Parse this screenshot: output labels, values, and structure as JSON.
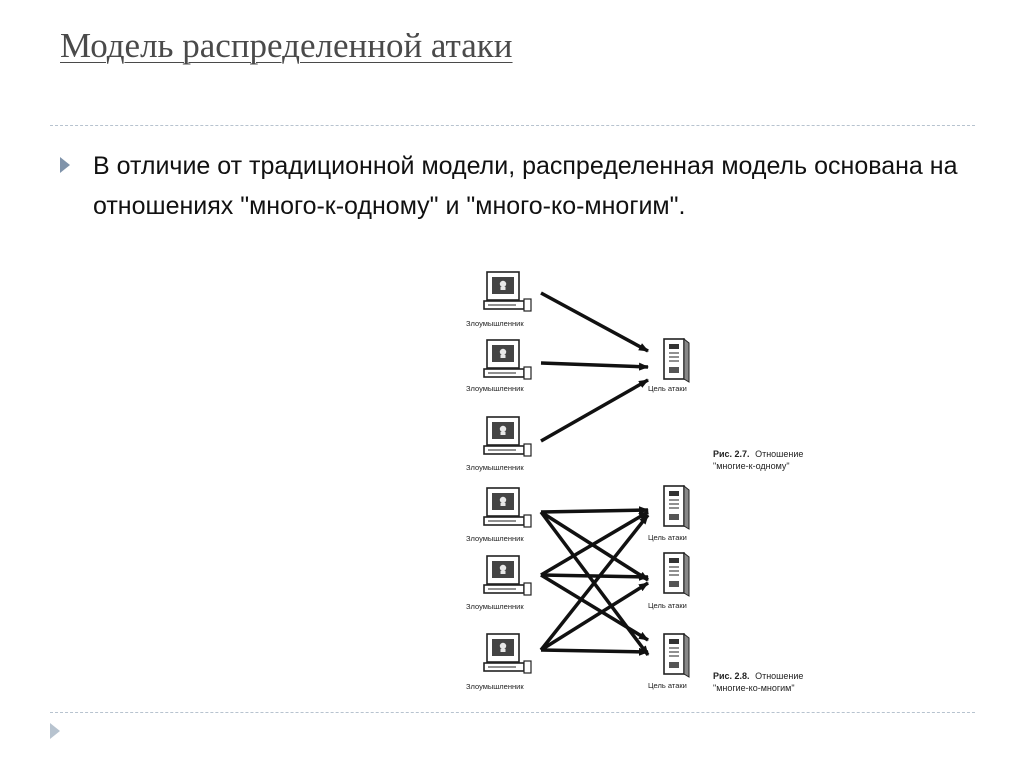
{
  "slide": {
    "title": "Модель распределенной атаки",
    "bullet": "В отличие от традиционной модели, распределенная модель основана на отношениях \"много-к-одному\" и \"много-ко-многим\"."
  },
  "diagram": {
    "figure1": {
      "attacker_labels": [
        "Злоумышленник",
        "Злоумышленник",
        "Злоумышленник"
      ],
      "target_label": "Цель атаки",
      "caption_number": "Рис. 2.7.",
      "caption_title": "Отношение",
      "caption_line2": "\"многие-к-одному\""
    },
    "figure2": {
      "attacker_labels": [
        "Злоумышленник",
        "Злоумышленник",
        "Злоумышленник"
      ],
      "target_labels": [
        "Цель атаки",
        "Цель атаки",
        "Цель атаки"
      ],
      "caption_number": "Рис. 2.8.",
      "caption_title": "Отношение",
      "caption_line2": "\"многие-ко-многим\""
    }
  },
  "colors": {
    "title": "#4a4a4a",
    "rule": "#b7c3cf",
    "bullet": "#7f93aa",
    "text": "#111111"
  },
  "icons": {
    "bullet": "triangle-right-icon",
    "attacker": "computer-icon",
    "target": "server-tower-icon"
  }
}
